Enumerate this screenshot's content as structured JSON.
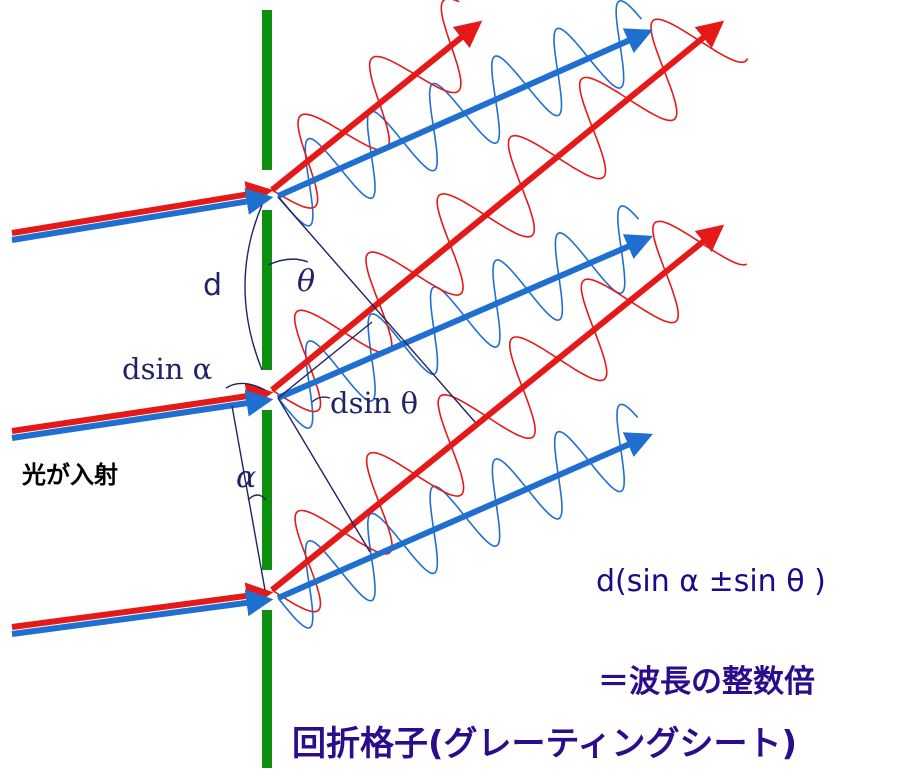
{
  "labels": {
    "d": "d",
    "theta": "θ",
    "d_sin_alpha": "dsin α",
    "d_sin_theta": "dsin θ",
    "alpha": "α",
    "incident_light": "光が入射",
    "path_difference_formula": "d(sin α ±sin θ )",
    "condition": "＝波長の整数倍",
    "title": "回折格子(グレーティングシート)"
  },
  "colors": {
    "grating": "#0f8f0f",
    "red_ray": "#e61919",
    "blue_ray": "#1f6fd1",
    "annotation": "#222266",
    "text_dark": "#2b0c8c"
  }
}
